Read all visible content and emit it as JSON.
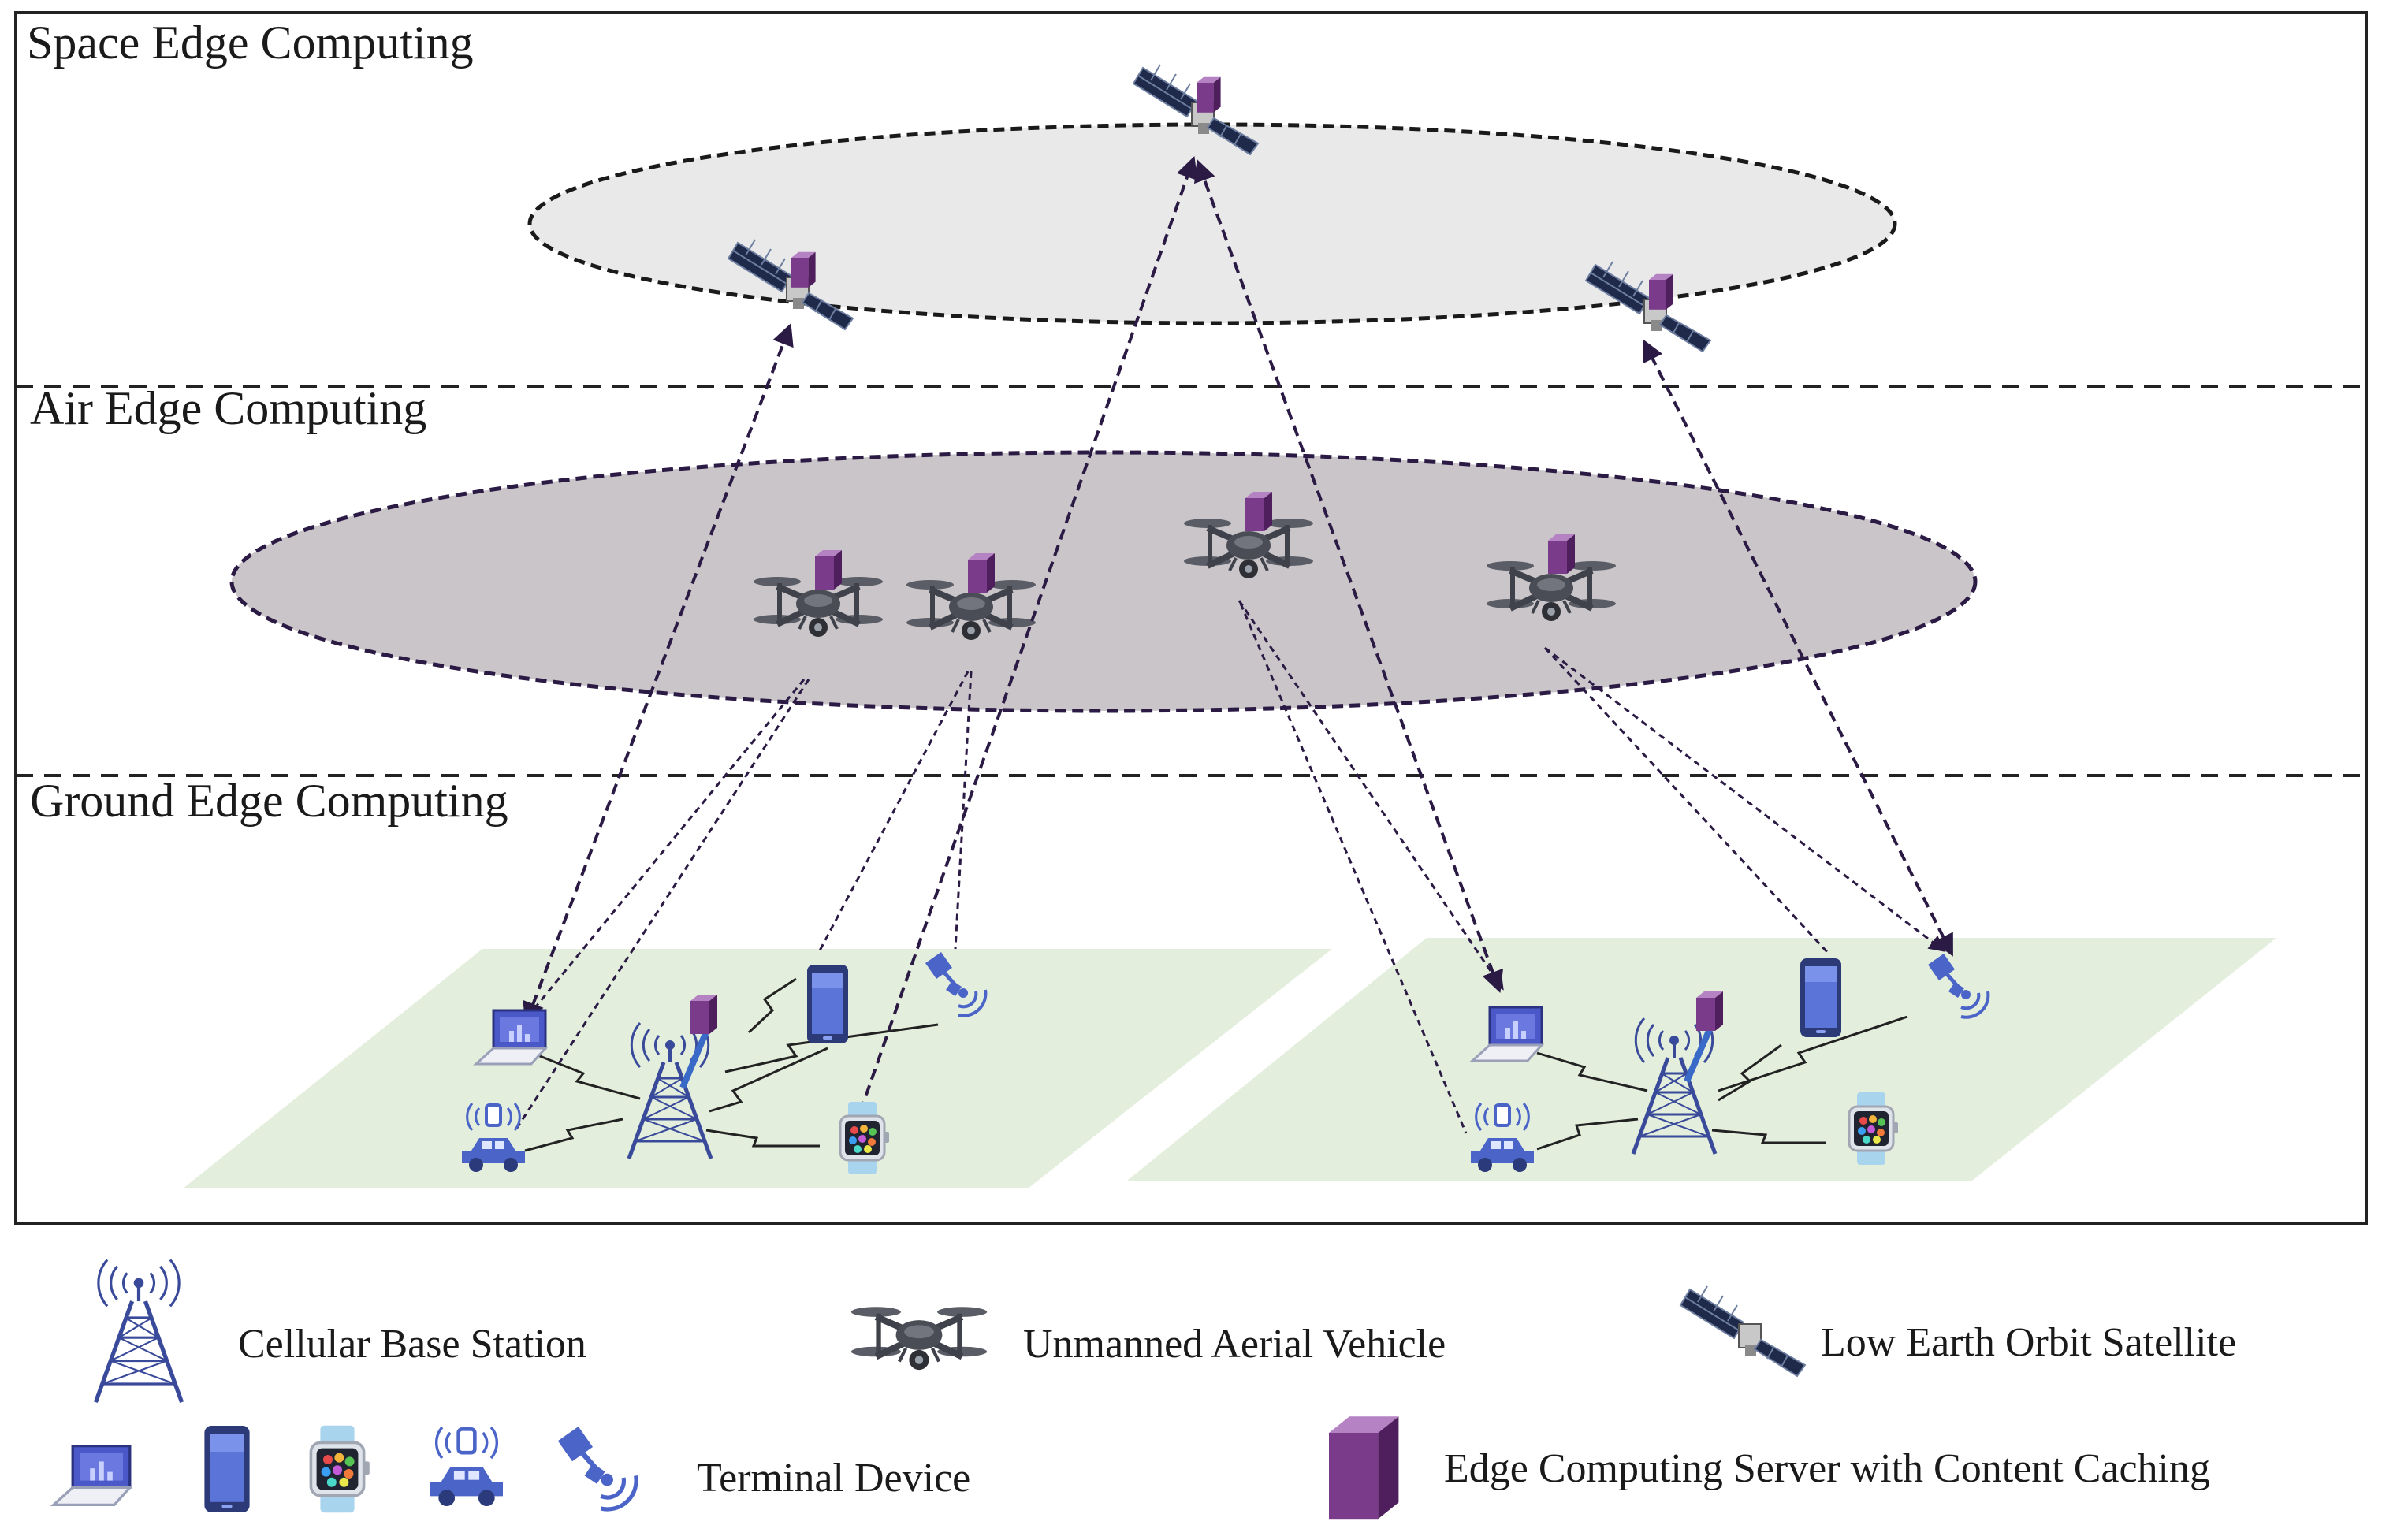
{
  "layers": {
    "space": "Space Edge Computing",
    "air": "Air Edge Computing",
    "ground": "Ground Edge Computing"
  },
  "legend": {
    "base_station": "Cellular Base Station",
    "uav": "Unmanned Aerial Vehicle",
    "satellite": "Low Earth Orbit Satellite",
    "terminal": "Terminal Device",
    "server": "Edge Computing Server with Content Caching"
  },
  "colors": {
    "frame": "#222222",
    "link": "#2a1a44",
    "space_ellipse": "#e9e9e9",
    "air_ellipse": "#c9c5c9",
    "ground_plane": "#e3eedc",
    "server": "#7a3b8a",
    "device_blue": "#4a64c8",
    "uav_body": "#4a4d55"
  },
  "icons": [
    "satellite-icon",
    "uav-icon",
    "server-icon",
    "tower-icon",
    "laptop-icon",
    "phone-icon",
    "watch-icon",
    "car-icon",
    "dish-icon"
  ]
}
